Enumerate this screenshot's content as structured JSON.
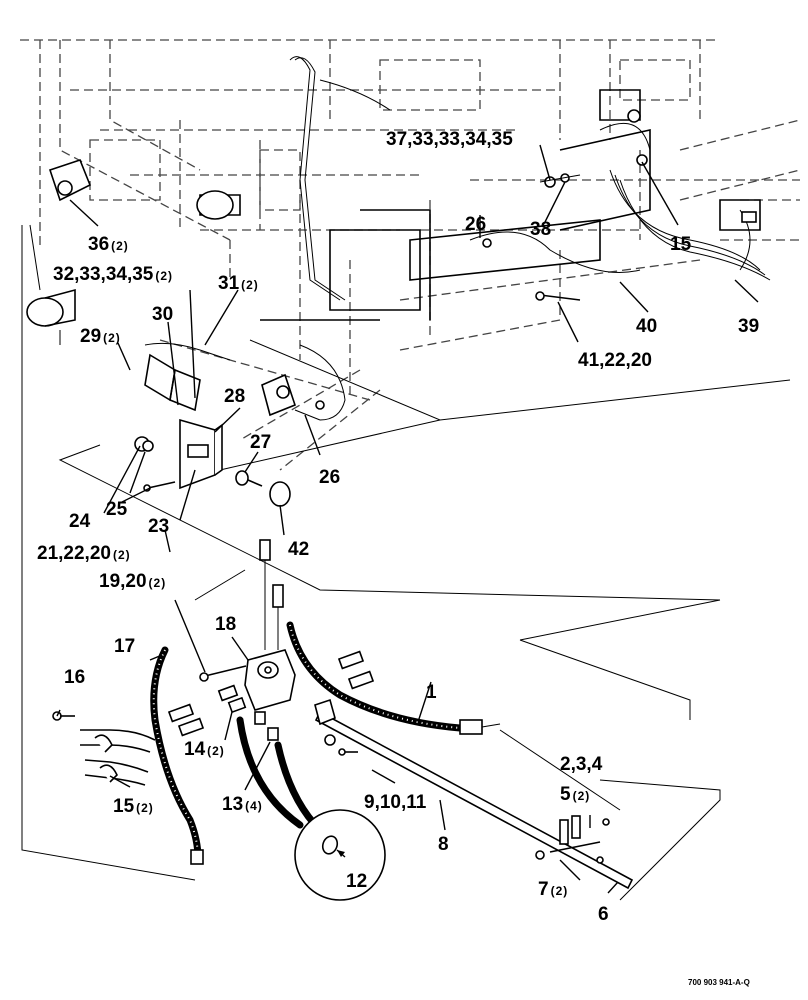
{
  "callouts": {
    "c1": "1",
    "c234": "2,3,4",
    "c5": "5",
    "c5q": "(2)",
    "c6": "6",
    "c7": "7",
    "c7q": "(2)",
    "c8": "8",
    "c91011": "9,10,11",
    "c12": "12",
    "c13": "13",
    "c13q": "(4)",
    "c14": "14",
    "c14q": "(2)",
    "c15a": "15",
    "c15aq": "(2)",
    "c15b": "15",
    "c16": "16",
    "c17": "17",
    "c18": "18",
    "c1920": "19,20",
    "c1920q": "(2)",
    "c212220": "21,22,20",
    "c212220q": "(2)",
    "c23": "23",
    "c24": "24",
    "c25": "25",
    "c26a": "26",
    "c26b": "26",
    "c27": "27",
    "c28": "28",
    "c29": "29",
    "c29q": "(2)",
    "c30": "30",
    "c31": "31",
    "c31q": "(2)",
    "c32": "32,33,34,35",
    "c32q": "(2)",
    "c36": "36",
    "c36q": "(2)",
    "c37": "37,33,33,34,35",
    "c38": "38",
    "c39": "39",
    "c40": "40",
    "c412220": "41,22,20",
    "c42": "42"
  },
  "figure_id": "700 903 941-A-Q"
}
